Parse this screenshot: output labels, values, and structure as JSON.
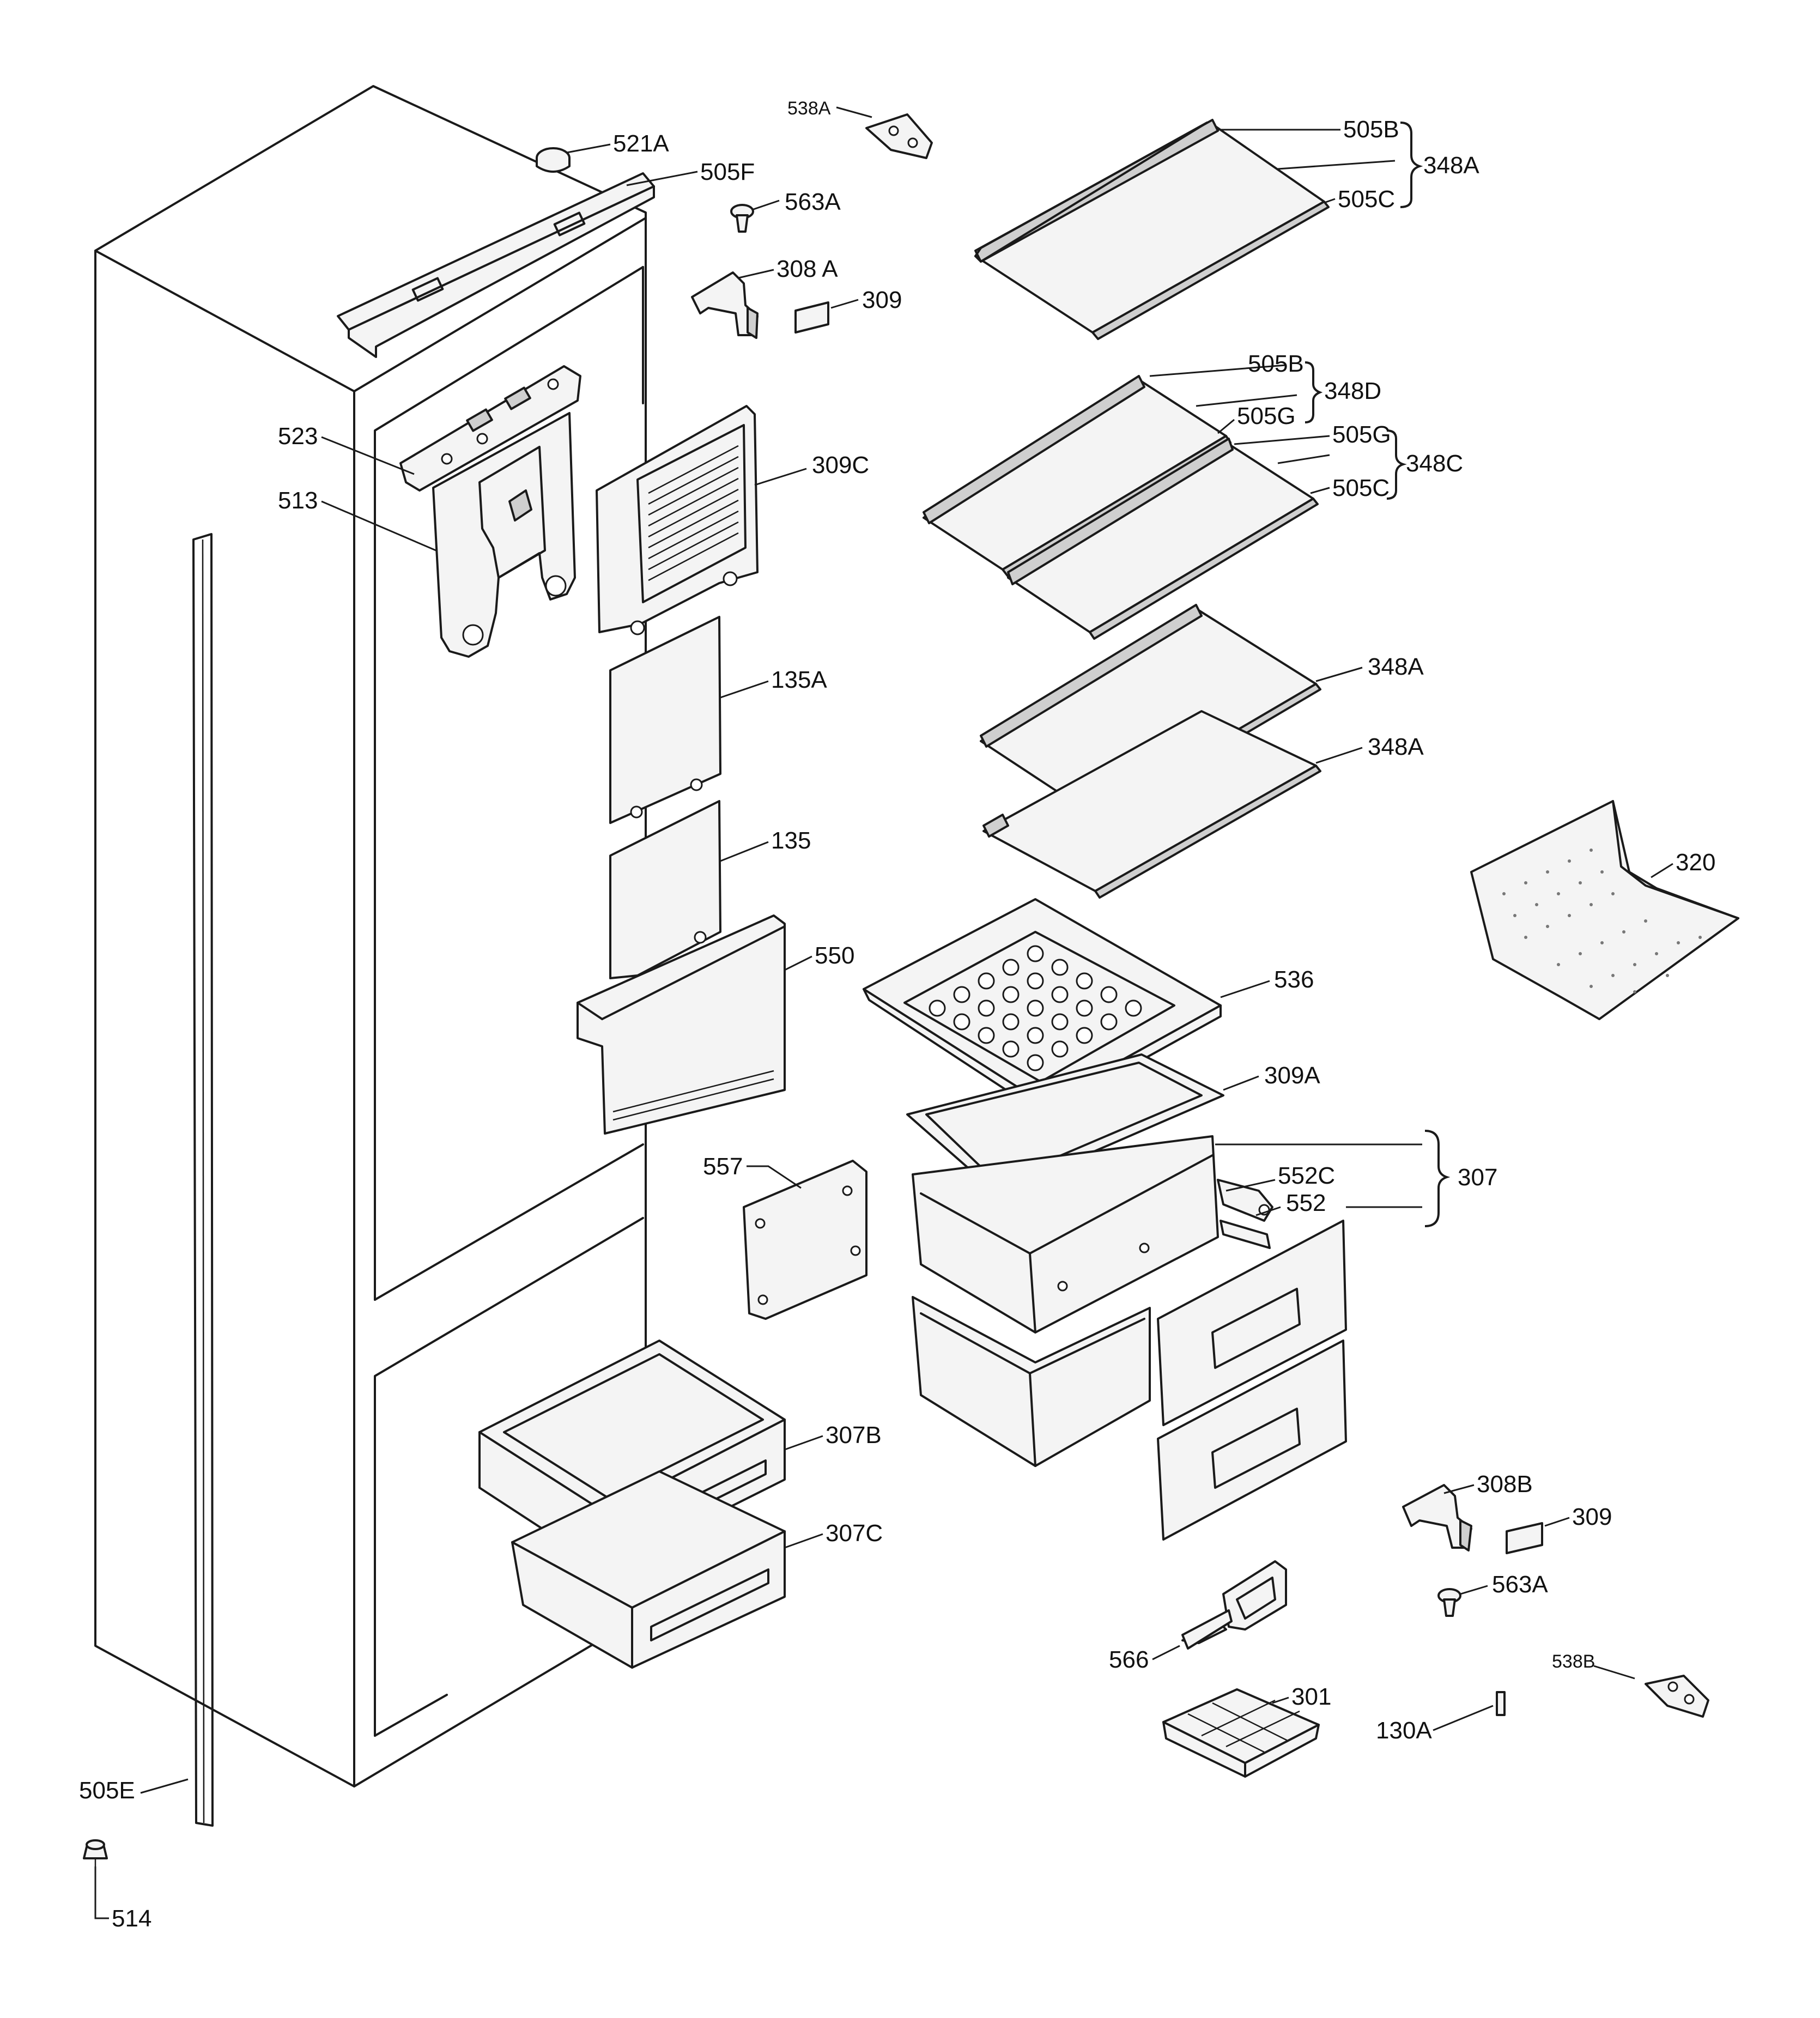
{
  "labels": {
    "l538a_top": "538A",
    "l521a": "521A",
    "l505f": "505F",
    "l563a_top": "563A",
    "l308a": "308 A",
    "l309_top": "309",
    "l505b_1": "505B",
    "l348a_1": "348A",
    "l505c_1": "505C",
    "l505b_2": "505B",
    "l348d": "348D",
    "l505g_1": "505G",
    "l505g_2": "505G",
    "l348c": "348C",
    "l505c_2": "505C",
    "l523": "523",
    "l513": "513",
    "l309c": "309C",
    "l135a": "135A",
    "l135": "135",
    "l348a_2": "348A",
    "l348a_3": "348A",
    "l320": "320",
    "l550": "550",
    "l536": "536",
    "l309a": "309A",
    "l557": "557",
    "l552c": "552C",
    "l552": "552",
    "l307": "307",
    "l307b": "307B",
    "l307c": "307C",
    "l308b": "308B",
    "l309_bottom": "309",
    "l563a_bottom": "563A",
    "l566": "566",
    "l538b": "538B",
    "l301": "301",
    "l130a": "130A",
    "l505e": "505E",
    "l514": "514"
  }
}
